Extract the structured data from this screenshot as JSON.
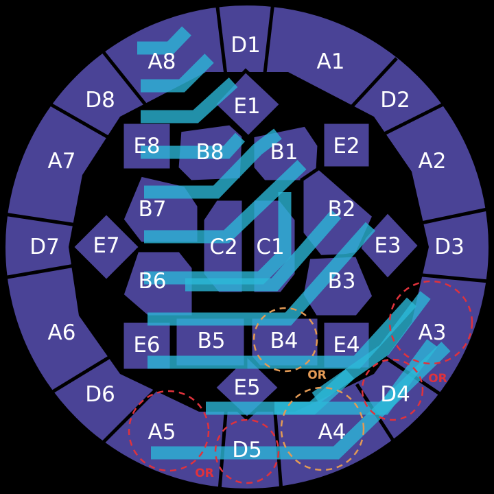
{
  "labels": {
    "A1": "A1",
    "A2": "A2",
    "A3": "A3",
    "A4": "A4",
    "A5": "A5",
    "A6": "A6",
    "A7": "A7",
    "A8": "A8",
    "D1": "D1",
    "D2": "D2",
    "D3": "D3",
    "D4": "D4",
    "D5": "D5",
    "D6": "D6",
    "D7": "D7",
    "D8": "D8",
    "E1": "E1",
    "E2": "E2",
    "E3": "E3",
    "E4": "E4",
    "E5": "E5",
    "E6": "E6",
    "E7": "E7",
    "E8": "E8",
    "B1": "B1",
    "B2": "B2",
    "B3": "B3",
    "B4": "B4",
    "B5": "B5",
    "B6": "B6",
    "B7": "B7",
    "B8": "B8",
    "C1": "C1",
    "C2": "C2"
  },
  "or_annotations": [
    "OR",
    "OR",
    "OR"
  ],
  "colors": {
    "region": "#4a4396",
    "trace": "#2bb8d8",
    "ring_red": "#e0323c",
    "ring_orange": "#e39a55",
    "background": "#000000"
  }
}
